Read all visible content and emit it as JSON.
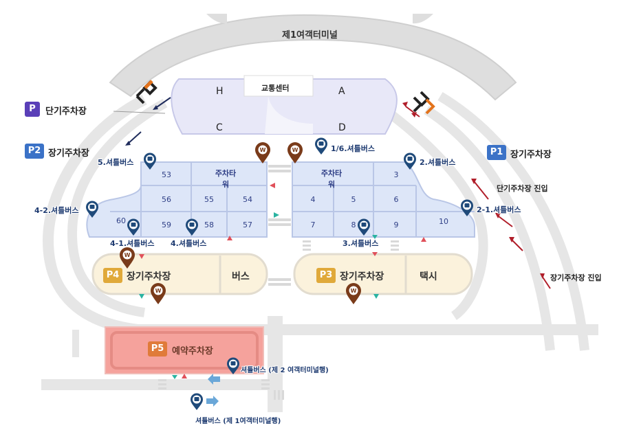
{
  "terminal": {
    "name": "제1여객터미널"
  },
  "transport_center": {
    "label": "교통센터",
    "blocks": [
      "H",
      "A",
      "C",
      "D"
    ]
  },
  "lots": {
    "short_term": {
      "badge": "P",
      "label": "단기주차장",
      "color": "#5a3fb8"
    },
    "p1": {
      "badge": "P1",
      "label": "장기주차장",
      "color": "#3b72c7"
    },
    "p2": {
      "badge": "P2",
      "label": "장기주차장",
      "color": "#3b72c7"
    },
    "p3": {
      "badge": "P3",
      "label": "장기주차장",
      "color": "#e0a93a"
    },
    "p4": {
      "badge": "P4",
      "label": "장기주차장",
      "color": "#e0a93a"
    },
    "p5": {
      "badge": "P5",
      "label": "예약주차장",
      "color": "#e07b3a"
    }
  },
  "parking_tower_label": "주차타워",
  "zones": [
    "53",
    "56",
    "55",
    "54",
    "60",
    "59",
    "58",
    "57",
    "3",
    "4",
    "5",
    "6",
    "7",
    "8",
    "9",
    "10"
  ],
  "bus_label": "버스",
  "taxi_label": "택시",
  "entries": {
    "short_term_entry": "단기주차장 진입",
    "long_term_entry": "장기주차장 진입"
  },
  "shuttle_stops": {
    "s16": "1/6.셔틀버스",
    "s2": "2.셔틀버스",
    "s21": "2-1.셔틀버스",
    "s3": "3.셔틀버스",
    "s4": "4.셔틀버스",
    "s41": "4-1.셔틀버스",
    "s42": "4-2.셔틀버스",
    "s5": "5.셔틀버스",
    "s_t2": "셔틀버스 (제 2 여객터미널행)",
    "s_t1": "셔틀버스 (제 1여객터미널행)"
  },
  "colors": {
    "road": "#e1e1e1",
    "zone_fill": "#dde6f8",
    "zone_stroke": "#b9c6e6",
    "longterm_fill": "#fbf2dc",
    "reserved_fill": "#f5a29c",
    "pin_brown": "#7a3b1a",
    "pin_blue": "#1f4a7a"
  }
}
